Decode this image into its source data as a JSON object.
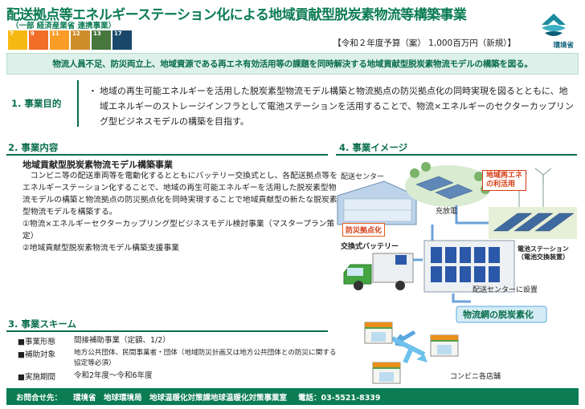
{
  "header": {
    "title": "配送拠点等エネルギーステーション化による地域貢献型脱炭素物流等構築事業",
    "subtitle": "（一部 経済産業省 連携事業）",
    "budget": "【令和２年度予算（案） 1,000百万円（新規）】",
    "ministry_logo_text": "環境省",
    "sdgs": [
      {
        "num": "7",
        "color": "#f6b913"
      },
      {
        "num": "9",
        "color": "#f16e29"
      },
      {
        "num": "11",
        "color": "#f99d26"
      },
      {
        "num": "12",
        "color": "#cf8d2a"
      },
      {
        "num": "13",
        "color": "#48773e"
      },
      {
        "num": "17",
        "color": "#19486a"
      }
    ]
  },
  "banner": "物流人員不足、防災両立上、地域資源である再エネ有効活用等の課題を同時解決する地域貢献型脱炭素物流モデルの構築を図る。",
  "purpose": {
    "label": "1. 事業目的",
    "bullet": "・",
    "text": "地域の再生可能エネルギーを活用した脱炭素型物流モデル構築と物流拠点の防災拠点化の同時実現を図るとともに、地域エネルギーのストレージインフラとして電池ステーションを活用することで、物流×エネルギーのセクターカップリング型ビジネスモデルの構築を目指す。"
  },
  "content": {
    "label": "2. 事業内容",
    "title": "地域貢献型脱炭素物流モデル構築事業",
    "body": "コンビニ等の配送車両等を電動化するとともにバッテリー交換式とし、各配送拠点等をエネルギーステーション化することで、地域の再生可能エネルギーを活用した脱炭素型物流モデルの構築と物流拠点の防災拠点化を同時実現することで地域貢献型の新たな脱炭素型物流モデルを構築する。",
    "items": [
      "①物流×エネルギーセクターカップリング型ビジネスモデル検討事業（マスタープラン策定）",
      "②地域貢献型脱炭素物流モデル構築支援事業"
    ]
  },
  "scheme": {
    "label": "3. 事業スキーム",
    "rows": [
      {
        "key": "■事業形態",
        "value": "間接補助事業（定額、1/2）"
      },
      {
        "key": "■補助対象",
        "value": "地方公共団体、民間事業者・団体（地域防災計画又は地方公共団体との防災に関する協定等必須）"
      },
      {
        "key": "■実施期間",
        "value": "令和2年度～令和6年度"
      }
    ]
  },
  "image": {
    "label": "4. 事業イメージ",
    "delivery_center": "配送センター",
    "disaster_base": "防災拠点化",
    "renewable": "地域再エネ\nの利活用",
    "charge": "充放電",
    "battery": "交換式バッテリー",
    "station": "電池ステーション\n（電池交換装置）",
    "installed": "配送センターに設置",
    "decarbonize": "物流網の脱炭素化",
    "stores": "コンビニ各店舗"
  },
  "footer": {
    "label": "お問合せ先：",
    "org": "環境省　地球環境局　地球温暖化対策課地球温暖化対策事業室",
    "tel": "電話：03-5521-8339"
  }
}
